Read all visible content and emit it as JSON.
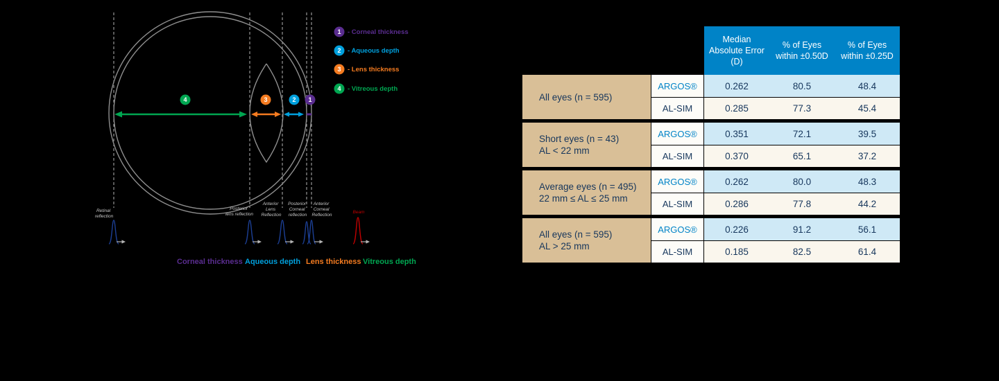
{
  "colors": {
    "purple": "#5a2d90",
    "blue": "#00a0dd",
    "orange": "#f47b20",
    "green": "#00a651",
    "header-blue": "#0083c7",
    "tan": "#d9bf97",
    "row-blue": "#cfe9f6",
    "row-cream": "#faf6ed",
    "navy": "#16365c",
    "peak-blue": "#1c3f94",
    "peak-red": "#c00000",
    "line-gray": "#b5b5b5",
    "outline-gray": "#8f8f8f",
    "label-gray": "#c8c8c8"
  },
  "diagram": {
    "legend": [
      {
        "num": "1",
        "label": "- Corneal thickness"
      },
      {
        "num": "2",
        "label": "- Aqueous depth"
      },
      {
        "num": "3",
        "label": "- Lens thickness"
      },
      {
        "num": "4",
        "label": "- Vitreous depth"
      }
    ],
    "badges": {
      "one": "1",
      "two": "2",
      "three": "3",
      "four": "4"
    },
    "peak_labels": {
      "retinal": [
        "Retinal",
        "reflection"
      ],
      "posterior_lens": [
        "Posterior",
        "lens reflection"
      ],
      "anterior_lens": [
        "Anterior",
        "Lens",
        "Reflection"
      ],
      "posterior_cornea": [
        "Posterior",
        "Corneal",
        "reflection"
      ],
      "anterior_cornea": [
        "Anterior",
        "Corneal",
        "Reflection"
      ],
      "beam": [
        "Beam"
      ]
    },
    "bottom_legend": [
      "Corneal thickness",
      "Aqueous depth",
      "Lens thickness",
      "Vitreous depth"
    ]
  },
  "table": {
    "headers": [
      "Median Absolute Error (D)",
      "% of Eyes within ±0.50D",
      "% of Eyes within ±0.25D"
    ],
    "groups": [
      {
        "label": "All eyes (n = 595)",
        "sub": "",
        "rows": [
          {
            "method": "ARGOS®",
            "values": [
              "0.262",
              "80.5",
              "48.4"
            ]
          },
          {
            "method": "AL-SIM",
            "values": [
              "0.285",
              "77.3",
              "45.4"
            ]
          }
        ]
      },
      {
        "label": "Short eyes (n = 43)",
        "sub": "AL < 22 mm",
        "rows": [
          {
            "method": "ARGOS®",
            "values": [
              "0.351",
              "72.1",
              "39.5"
            ]
          },
          {
            "method": "AL-SIM",
            "values": [
              "0.370",
              "65.1",
              "37.2"
            ]
          }
        ]
      },
      {
        "label": "Average eyes (n = 495)",
        "sub": "22 mm ≤ AL ≤ 25 mm",
        "rows": [
          {
            "method": "ARGOS®",
            "values": [
              "0.262",
              "80.0",
              "48.3"
            ]
          },
          {
            "method": "AL-SIM",
            "values": [
              "0.286",
              "77.8",
              "44.2"
            ]
          }
        ]
      },
      {
        "label": "All eyes (n = 595)",
        "sub": "AL > 25 mm",
        "rows": [
          {
            "method": "ARGOS®",
            "values": [
              "0.226",
              "91.2",
              "56.1"
            ]
          },
          {
            "method": "AL-SIM",
            "values": [
              "0.185",
              "82.5",
              "61.4"
            ]
          }
        ]
      }
    ]
  }
}
